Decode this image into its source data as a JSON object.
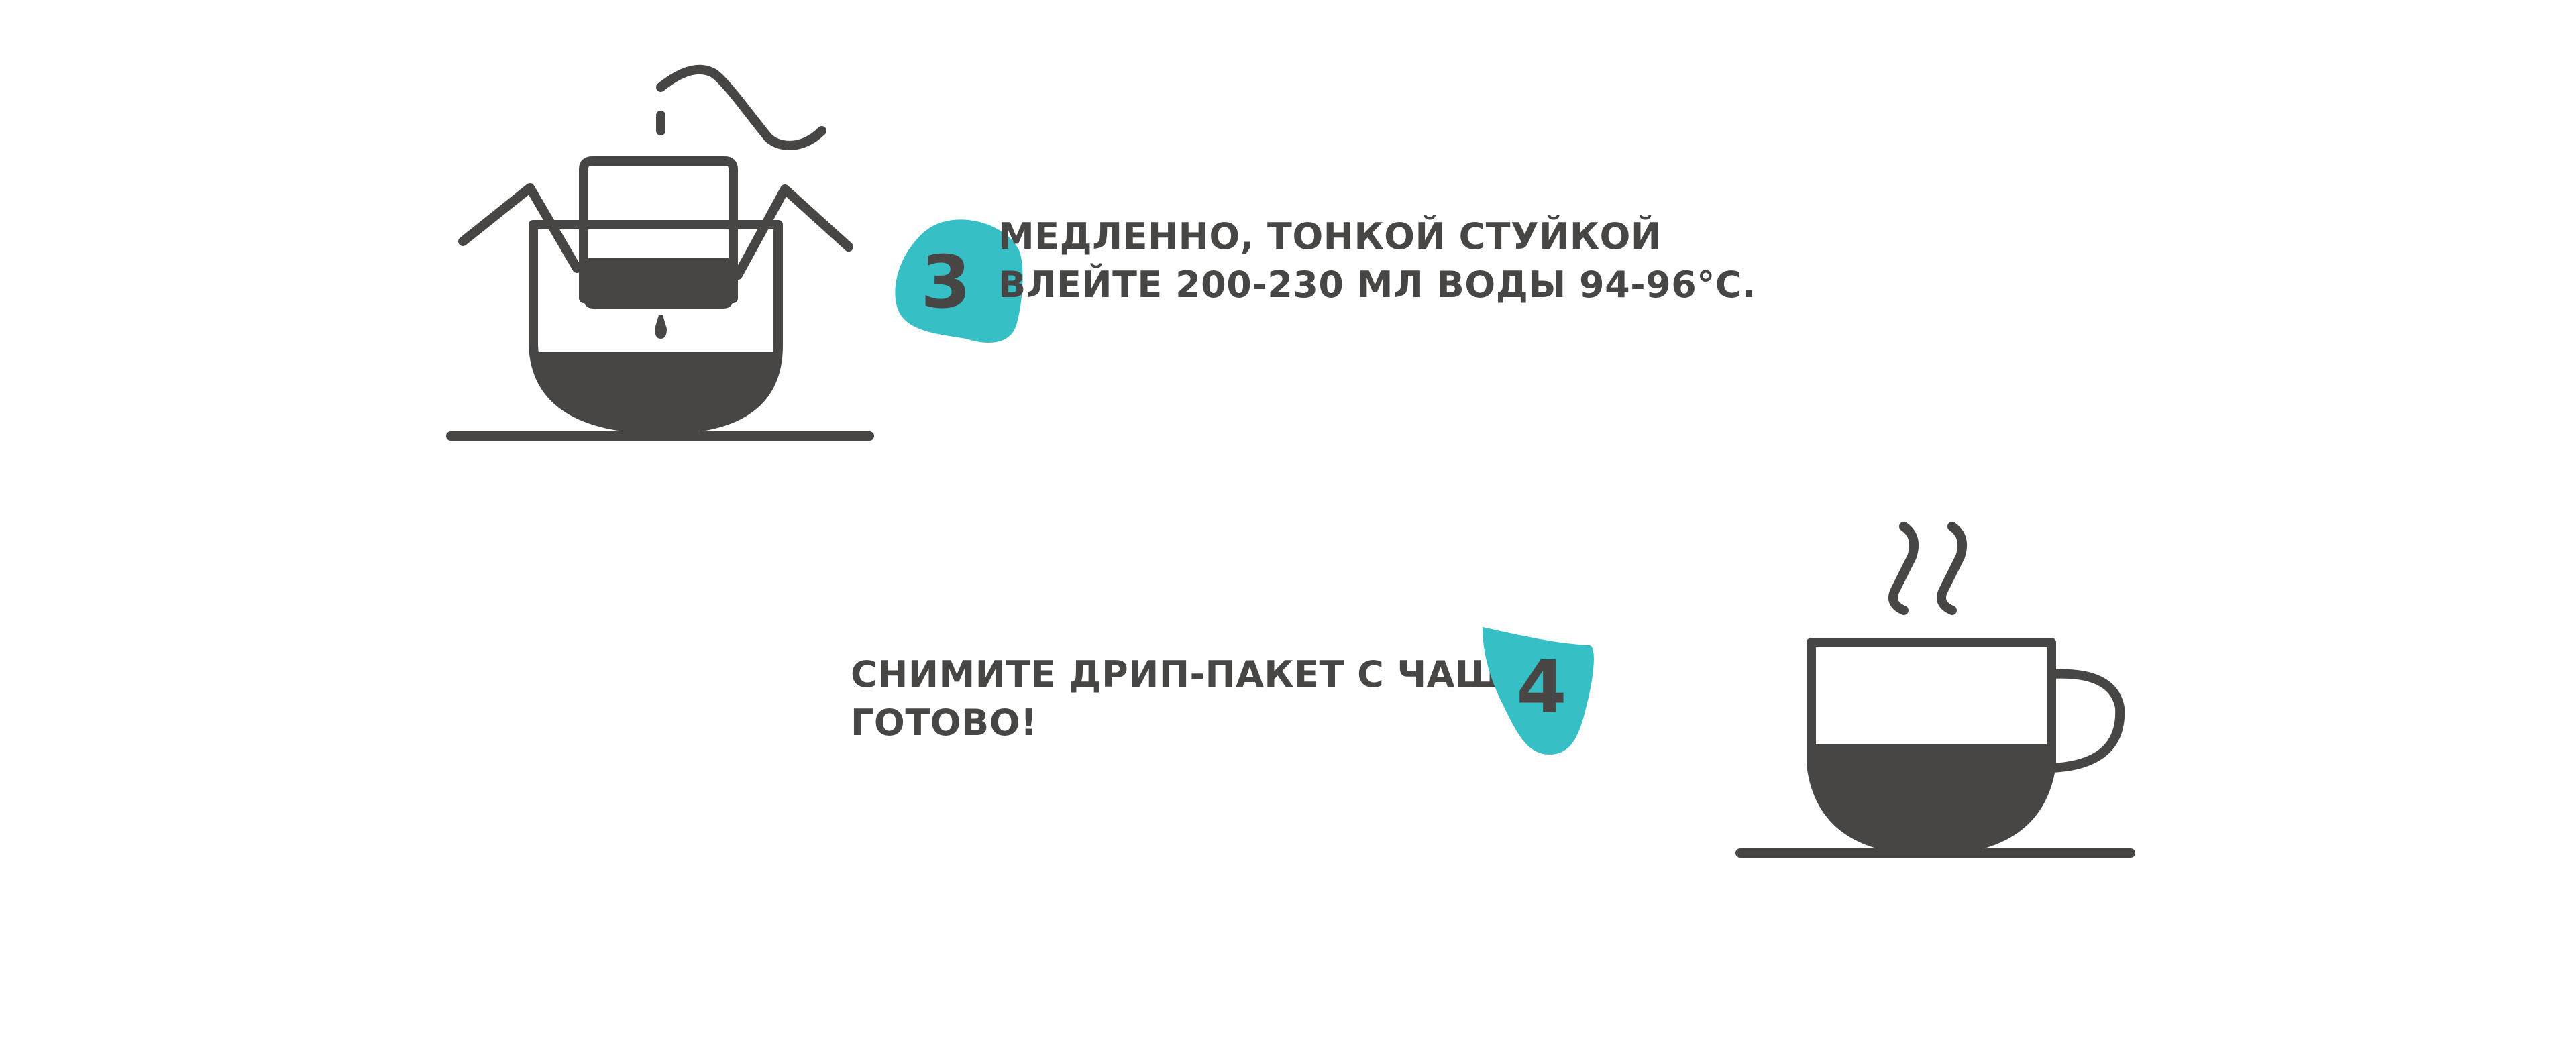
{
  "steps": [
    {
      "number": "3",
      "lines": [
        "МЕДЛЕННО, ТОНКОЙ СТУЙКОЙ",
        "ВЛЕЙТЕ 200-230 МЛ ВОДЫ 94-96°С."
      ],
      "icon": "drip-bag-on-cup-icon"
    },
    {
      "number": "4",
      "lines": [
        "СНИМИТЕ ДРИП-ПАКЕТ С ЧАШКИ.",
        "ГОТОВО!"
      ],
      "icon": "coffee-cup-icon"
    }
  ],
  "colors": {
    "ink": "#474645",
    "accent": "#36bfc4",
    "background": "#ffffff"
  }
}
